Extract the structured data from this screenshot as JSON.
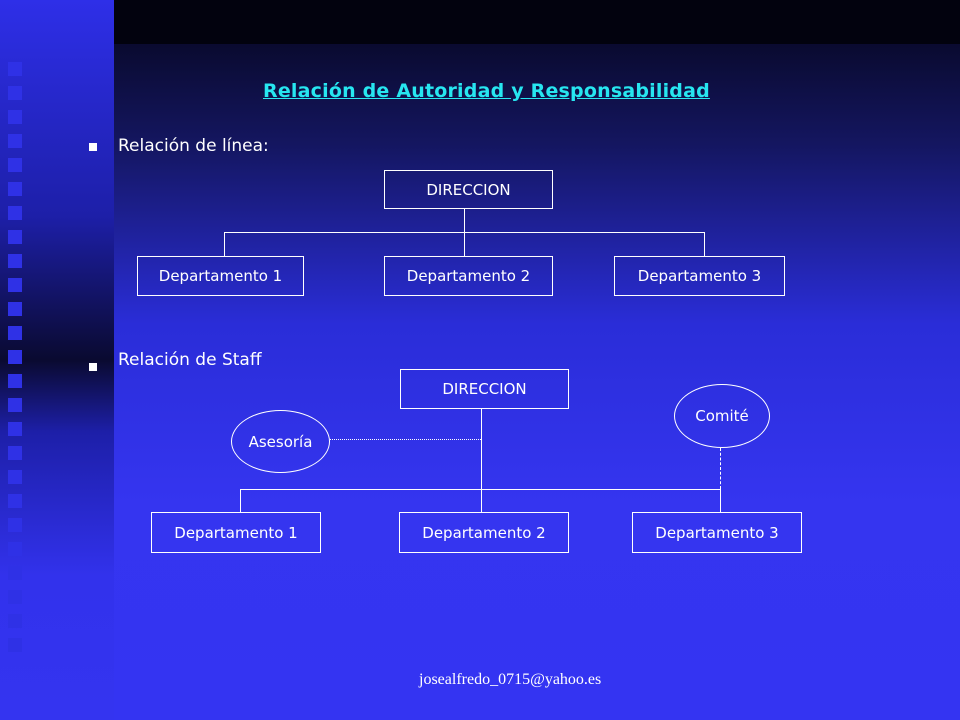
{
  "title": "Relación de Autoridad y Responsabilidad",
  "colors": {
    "background": "#3434f2",
    "title": "#27e6f0",
    "lines": "#ffffff"
  },
  "sections": [
    {
      "label": "Relación de línea:",
      "root": "DIRECCION",
      "departments": [
        "Departamento 1",
        "Departamento 2",
        "Departamento 3"
      ]
    },
    {
      "label": "Relación de Staff",
      "root": "DIRECCION",
      "staff": [
        "Asesoría",
        "Comité"
      ],
      "departments": [
        "Departamento 1",
        "Departamento 2",
        "Departamento 3"
      ]
    }
  ],
  "footer": "josealfredo_0715@yahoo.es"
}
